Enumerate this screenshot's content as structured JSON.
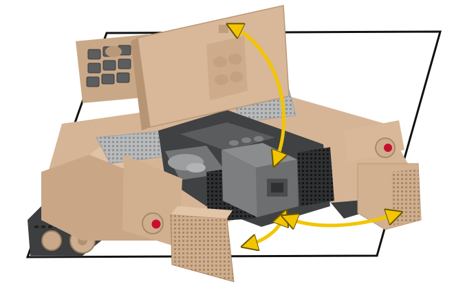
{
  "image": {
    "subject": "tank",
    "annotations": [
      {
        "kind": "curved-double-arrow",
        "color": "#f2c500",
        "meaning": "rear-deck-panel-hinge"
      },
      {
        "kind": "curved-double-arrow",
        "color": "#f2c500",
        "meaning": "rear-grille-door-swing-left"
      },
      {
        "kind": "curved-double-arrow",
        "color": "#f2c500",
        "meaning": "rear-grille-door-swing-right"
      }
    ],
    "colors": {
      "hull": "#d6b596",
      "hull_shadow": "#b89778",
      "engine": "#555759",
      "engine_light": "#8b8d8f",
      "grille": "#b5b7b9",
      "tracks": "#3c3e40",
      "tail_lights": "#c8102e",
      "arrow": "#f2c500",
      "backdrop_outline": "#111111"
    }
  }
}
